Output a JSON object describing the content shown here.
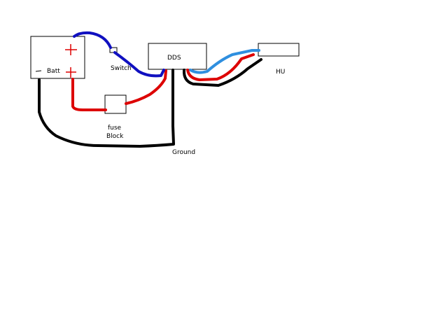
{
  "labels": {
    "batt": "Batt",
    "switch": "Switch",
    "dds": "DDS",
    "hu": "HU",
    "fuse_line1": "fuse",
    "fuse_line2": "Block",
    "ground": "Ground"
  },
  "colors": {
    "background": "#ffffff",
    "outline": "#000000",
    "positive_wire": "#dd0000",
    "ground_wire": "#000000",
    "switch_wire": "#1010c0",
    "signal_wire": "#2f8fdf",
    "battery_terminal": "#dd0000"
  }
}
